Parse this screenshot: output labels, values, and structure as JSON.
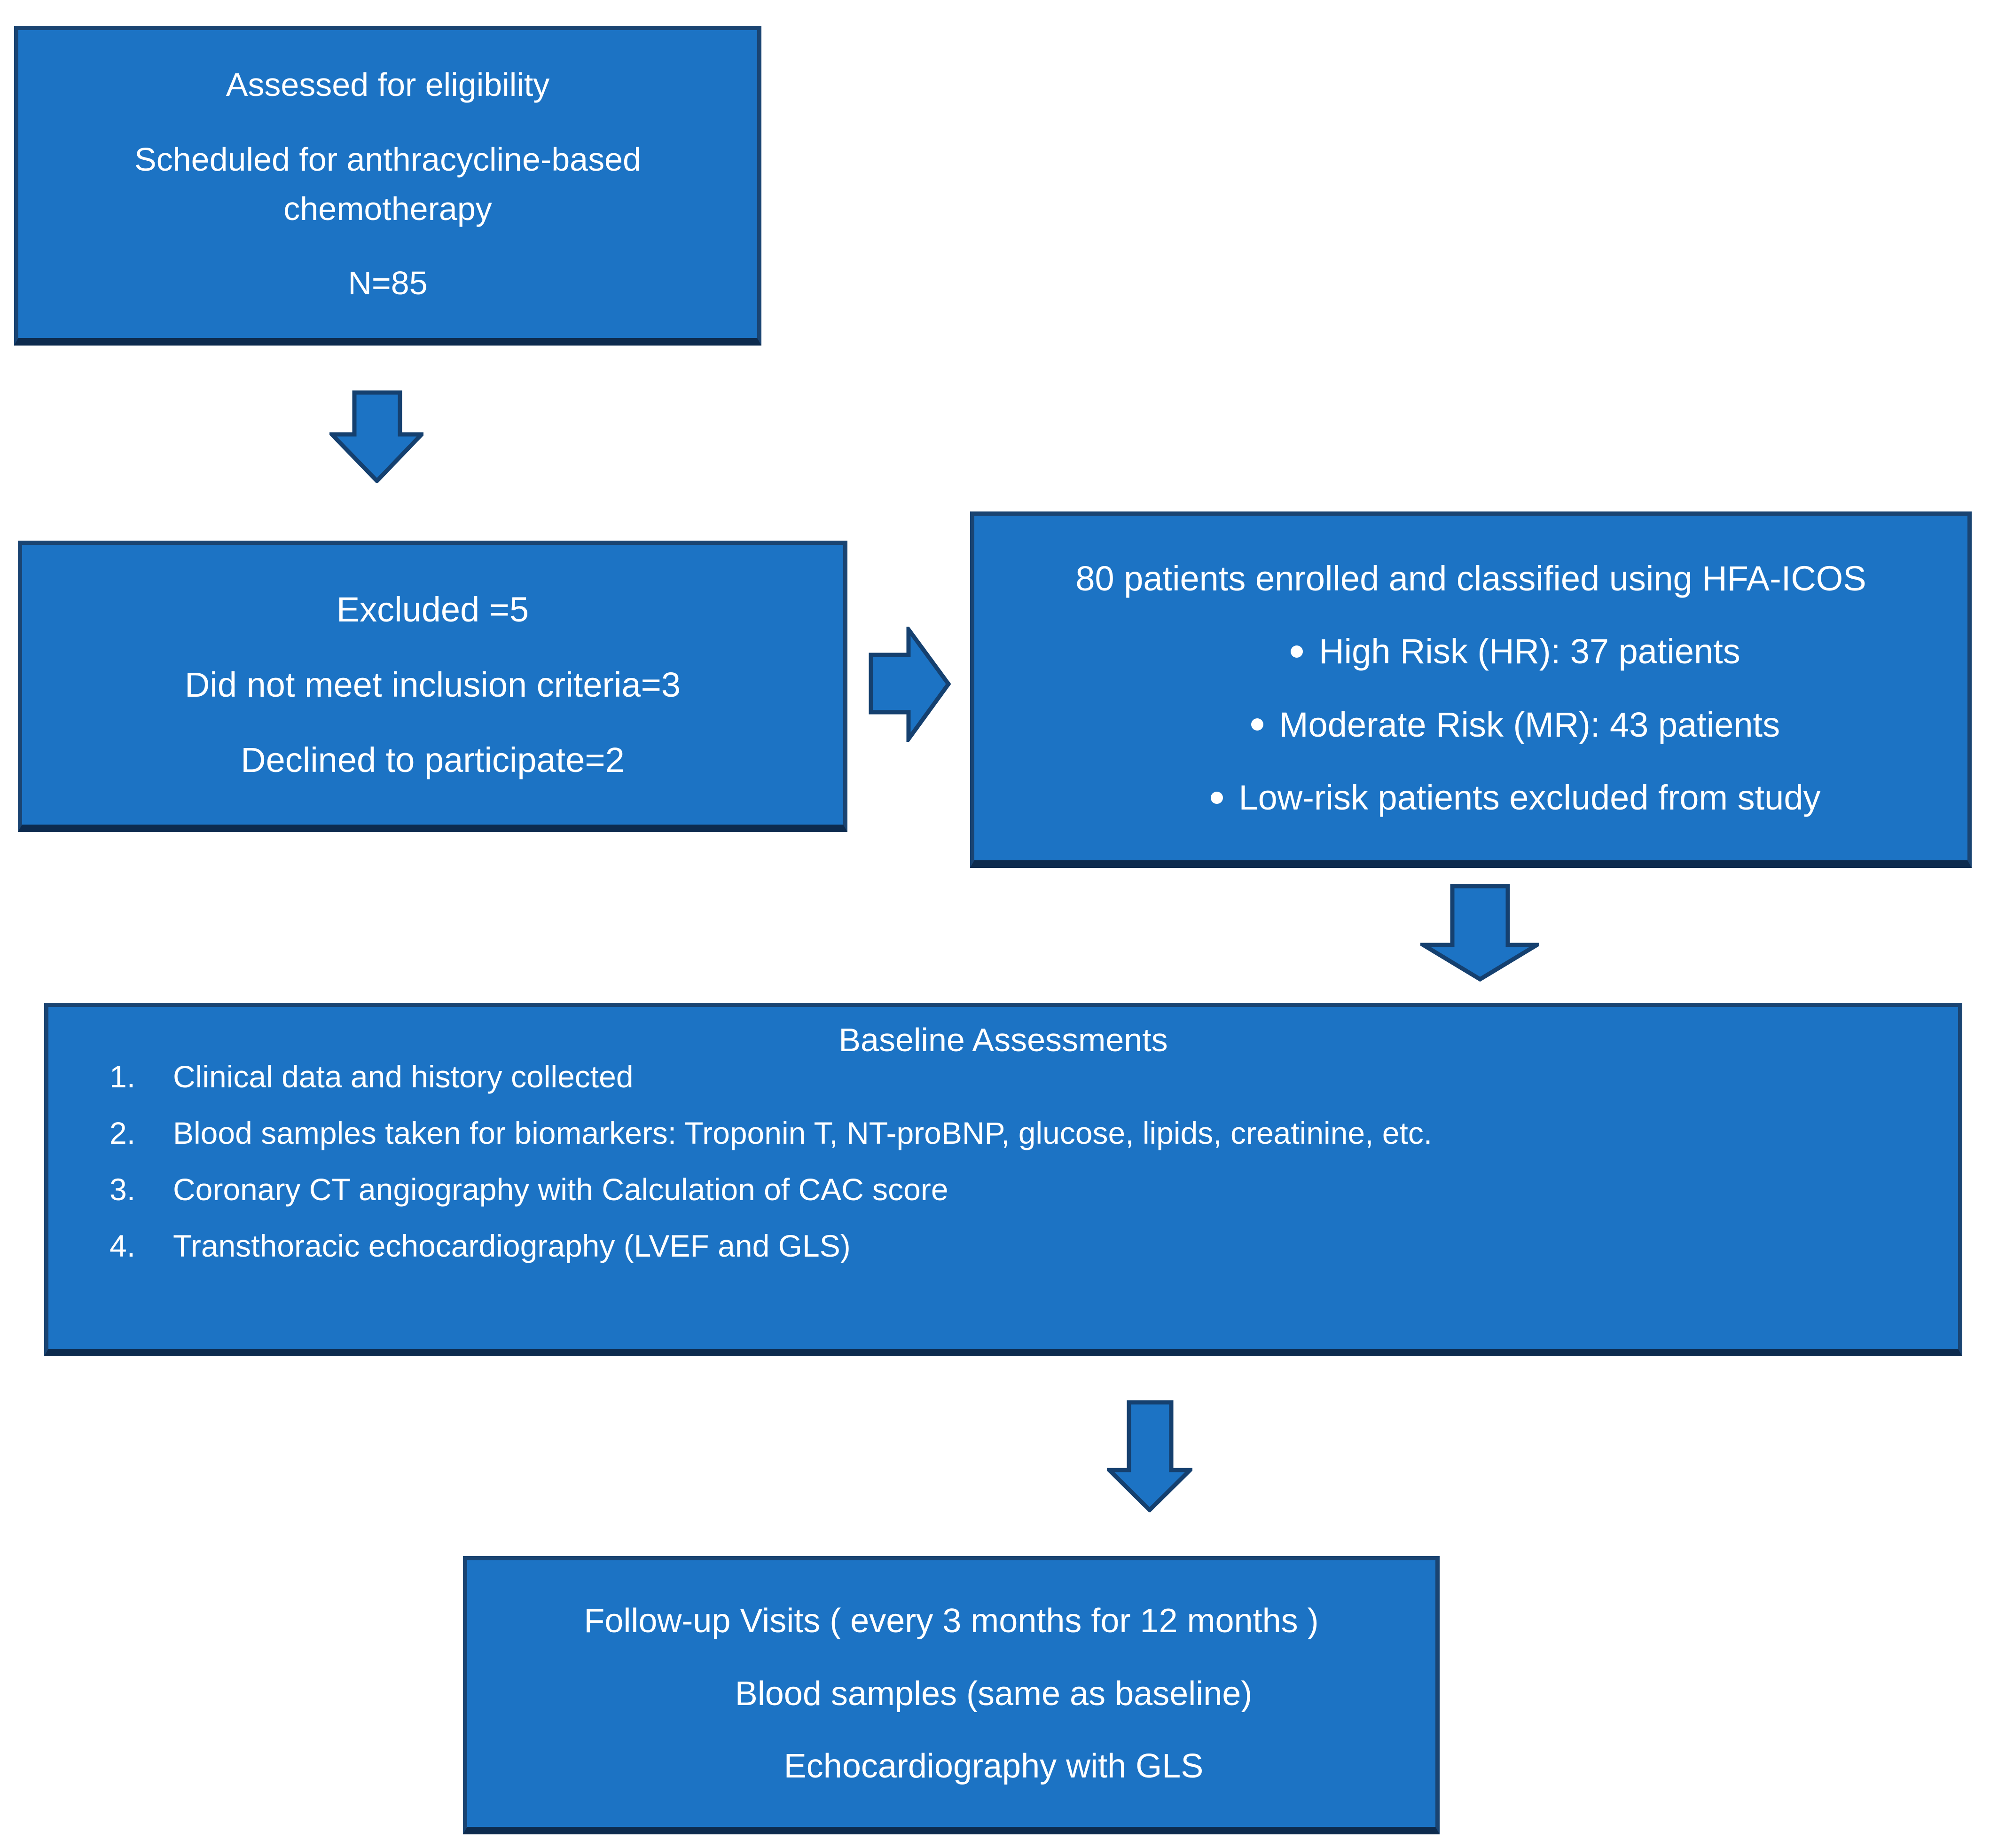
{
  "boxes": {
    "assessed": {
      "lines": [
        "Assessed for eligibility",
        "Scheduled for anthracycline-based chemotherapy",
        "N=85"
      ]
    },
    "excluded": {
      "lines": [
        "Excluded =5",
        "Did not meet inclusion criteria=3",
        "Declined to participate=2"
      ]
    },
    "enrolled": {
      "title": "80 patients enrolled and classified using HFA-ICOS",
      "bullets": [
        "High Risk (HR): 37 patients",
        "Moderate Risk (MR): 43 patients",
        "Low-risk patients excluded from study"
      ]
    },
    "baseline": {
      "title": "Baseline Assessments",
      "items": [
        "Clinical data and history collected",
        "Blood samples taken for biomarkers:  Troponin T, NT-proBNP, glucose, lipids, creatinine, etc.",
        "Coronary CT angiography with  Calculation of CAC score",
        "Transthoracic echocardiography (LVEF and GLS)"
      ]
    },
    "followup": {
      "lines": [
        "Follow-up Visits ( every 3 months for 12 months )",
        "Blood samples (same as baseline)",
        "Echocardiography with GLS"
      ]
    }
  },
  "icons": {
    "arrow_down": "block-arrow-down",
    "arrow_right": "block-arrow-right",
    "bullet": "round-dot"
  },
  "colors": {
    "box_fill": "#1c73c4",
    "box_border": "#1a4472",
    "box_border_bottom": "#0d2b4e",
    "arrow_fill": "#1c73c4",
    "arrow_border": "#15406f",
    "text": "#ffffff",
    "background": "#ffffff"
  }
}
